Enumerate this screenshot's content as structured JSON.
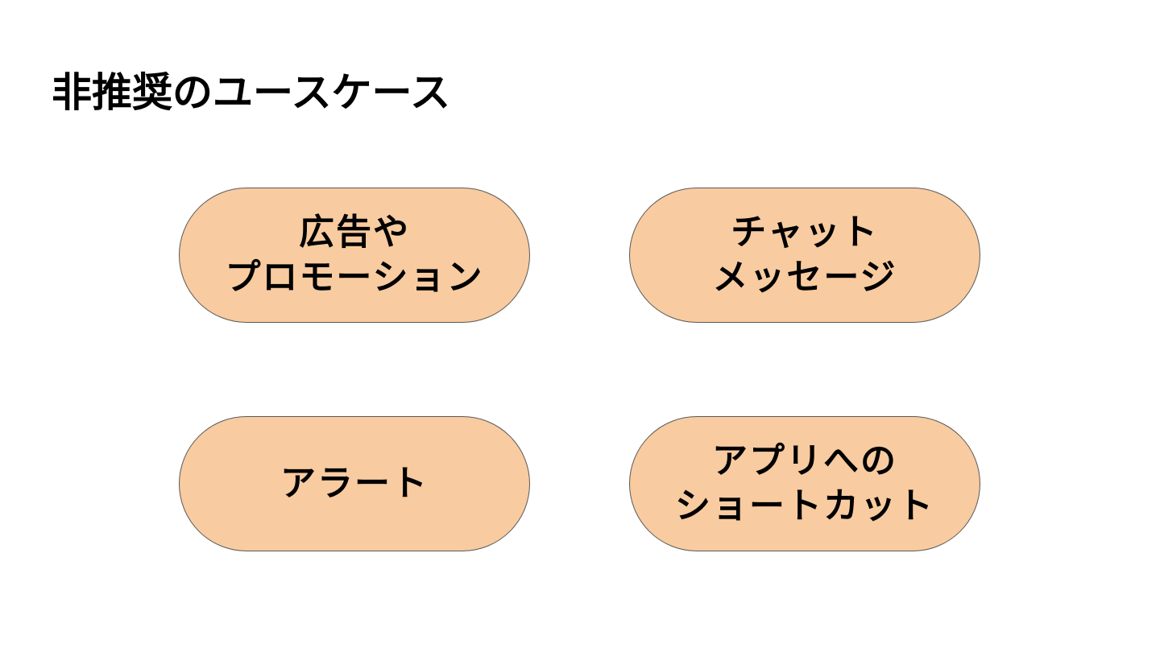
{
  "title": "非推奨のユースケース",
  "cards": [
    {
      "label": "広告や\nプロモーション"
    },
    {
      "label": "チャット\nメッセージ"
    },
    {
      "label": "アラート"
    },
    {
      "label": "アプリへの\nショートカット"
    }
  ],
  "colors": {
    "card_fill": "#f8cba0",
    "card_border": "#595959",
    "text": "#000000",
    "background": "#ffffff"
  }
}
